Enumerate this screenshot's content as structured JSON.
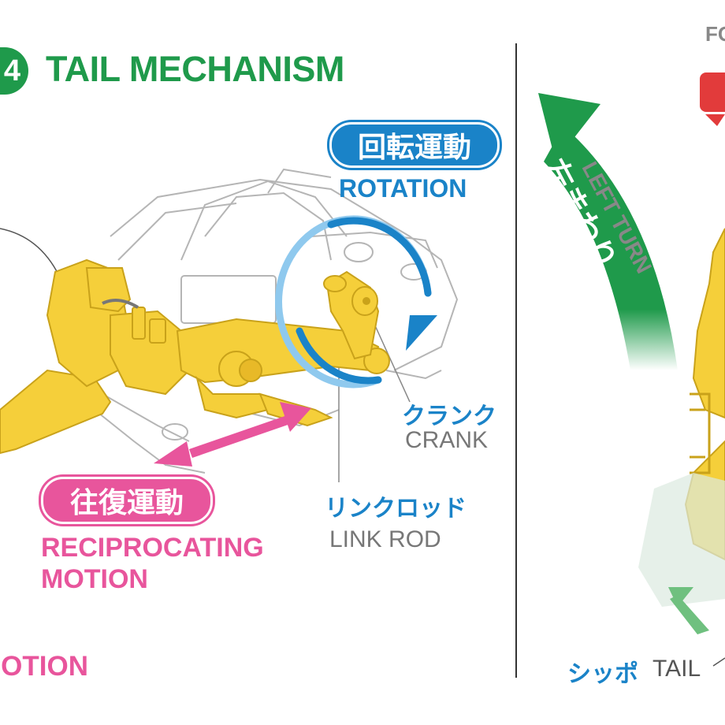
{
  "title": {
    "step": "4",
    "text": "TAIL MECHANISM"
  },
  "rotation": {
    "jp": "回転運動",
    "en": "ROTATION"
  },
  "reciprocating": {
    "jp": "往復運動",
    "en_line1": "RECIPROCATING",
    "en_line2": "MOTION"
  },
  "motion_bottom": "MOTION",
  "crank": {
    "jp": "クランク",
    "en": "CRANK"
  },
  "link_rod": {
    "jp": "リンクロッド",
    "en": "LINK ROD"
  },
  "left_turn": {
    "jp": "左まわり",
    "en": "LEFT TURN"
  },
  "tail": {
    "jp": "シッポ",
    "en": "TAIL"
  },
  "corner_text": "FO",
  "colors": {
    "green": "#1f9a4b",
    "blue": "#1a83c8",
    "pink": "#e8559c",
    "yellow": "#f5cf3a",
    "red": "#e23b3b",
    "gray_text": "#777777"
  }
}
